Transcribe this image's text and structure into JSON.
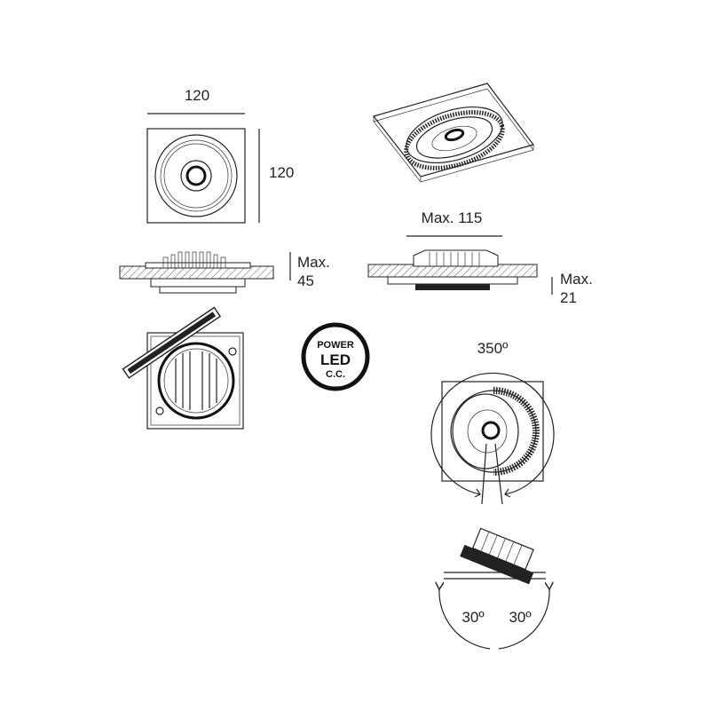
{
  "dimensions": {
    "top_width": "120",
    "top_height": "120",
    "side_depth_max_label": "Max.",
    "side_depth_max_value": "45",
    "right_width": "Max. 115",
    "right_depth_max_label": "Max.",
    "right_depth_max_value": "21"
  },
  "badge": {
    "line1": "POWER",
    "line2": "LED",
    "line3": "C.C."
  },
  "rotation": {
    "angle": "350º"
  },
  "tilt": {
    "left": "30º",
    "right": "30º"
  }
}
